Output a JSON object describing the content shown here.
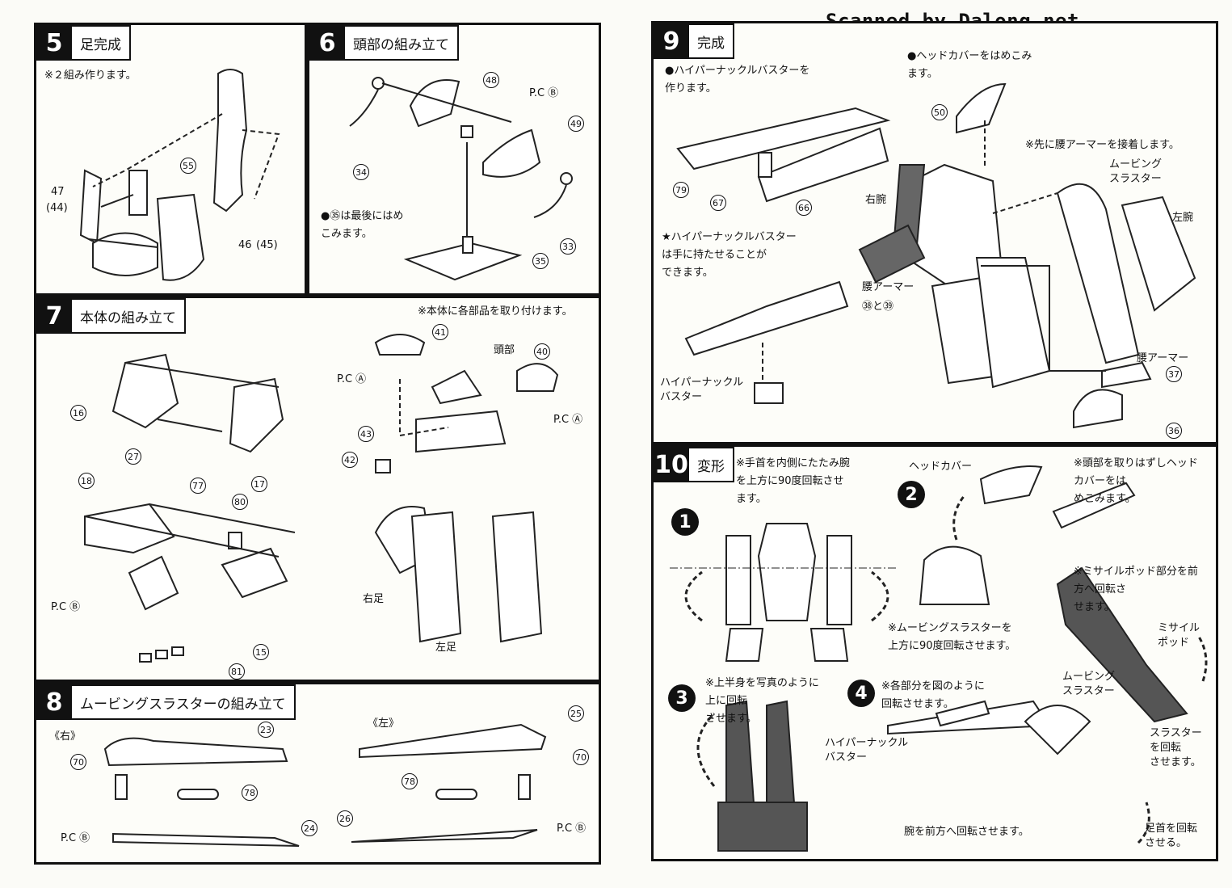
{
  "credit": "Scanned by Dalong.net",
  "sections": {
    "s5": {
      "num": "5",
      "title": "足完成",
      "note": "※２組み作ります。",
      "parts": [
        "55",
        "47",
        "(44)",
        "46",
        "(45)"
      ]
    },
    "s6": {
      "num": "6",
      "title": "頭部の組み立て",
      "note": "●㉟は最後にはめ\nこみます。",
      "parts": [
        "48",
        "49",
        "34",
        "33",
        "35"
      ],
      "pc": "P.C Ⓑ"
    },
    "s7": {
      "num": "7",
      "title": "本体の組み立て",
      "note": "※本体に各部品を取り付けます。",
      "parts": [
        "16",
        "27",
        "17",
        "18",
        "77",
        "80",
        "15",
        "81",
        "41",
        "40",
        "43",
        "42"
      ],
      "pc_a1": "P.C Ⓐ",
      "pc_a2": "P.C Ⓐ",
      "pc_b": "P.C Ⓑ",
      "head": "頭部",
      "right_leg": "右足",
      "left_leg": "左足"
    },
    "s8": {
      "num": "8",
      "title": "ムービングスラスターの組み立て",
      "right": "《右》",
      "left": "《左》",
      "parts": [
        "23",
        "70",
        "78",
        "24",
        "25",
        "70",
        "78",
        "26"
      ],
      "pc_b1": "P.C Ⓑ",
      "pc_b2": "P.C Ⓑ"
    },
    "s9": {
      "num": "9",
      "title": "完成",
      "note1": "●ハイパーナックルバスターを\n作ります。",
      "note2": "●ヘッドカバーをはめこみ\nます。",
      "note3": "★ハイパーナックルバスター\nは手に持たせることが\nできます。",
      "note4": "※先に腰アーマーを接着します。",
      "right_arm": "右腕",
      "left_arm": "左腕",
      "moving": "ムービング\nスラスター",
      "waist1": "腰アーマー",
      "waist_parts": "㊳と㊴",
      "waist2": "腰アーマー",
      "buster": "ハイパーナックル\nバスター",
      "parts": [
        "50",
        "79",
        "67",
        "66",
        "37",
        "36"
      ]
    },
    "s10": {
      "num": "10",
      "title": "変形",
      "n1": "※手首を内側にたたみ腕\nを上方に90度回転させ\nます。",
      "n2": "※頭部を取りはずしヘッド\nカバーをは\nめこみます。",
      "headcover": "ヘッドカバー",
      "n3": "※ミサイルポッド部分を前\n方へ回転さ\nせます。",
      "missile": "ミサイル\nポッド",
      "n4": "※ムービングスラスターを\n上方に90度回転させます。",
      "moving": "ムービング\nスラスター",
      "n5": "※上半身を写真のように\n上に回転\nさせます。",
      "n6": "※各部分を図のように\n回転させます。",
      "buster": "ハイパーナックル\nバスター",
      "thruster": "スラスター\nを回転\nさせます。",
      "arm": "腕を前方へ回転させます。",
      "ankle": "足首を回転\nさせる。",
      "steps": [
        "1",
        "2",
        "3",
        "4"
      ]
    }
  }
}
